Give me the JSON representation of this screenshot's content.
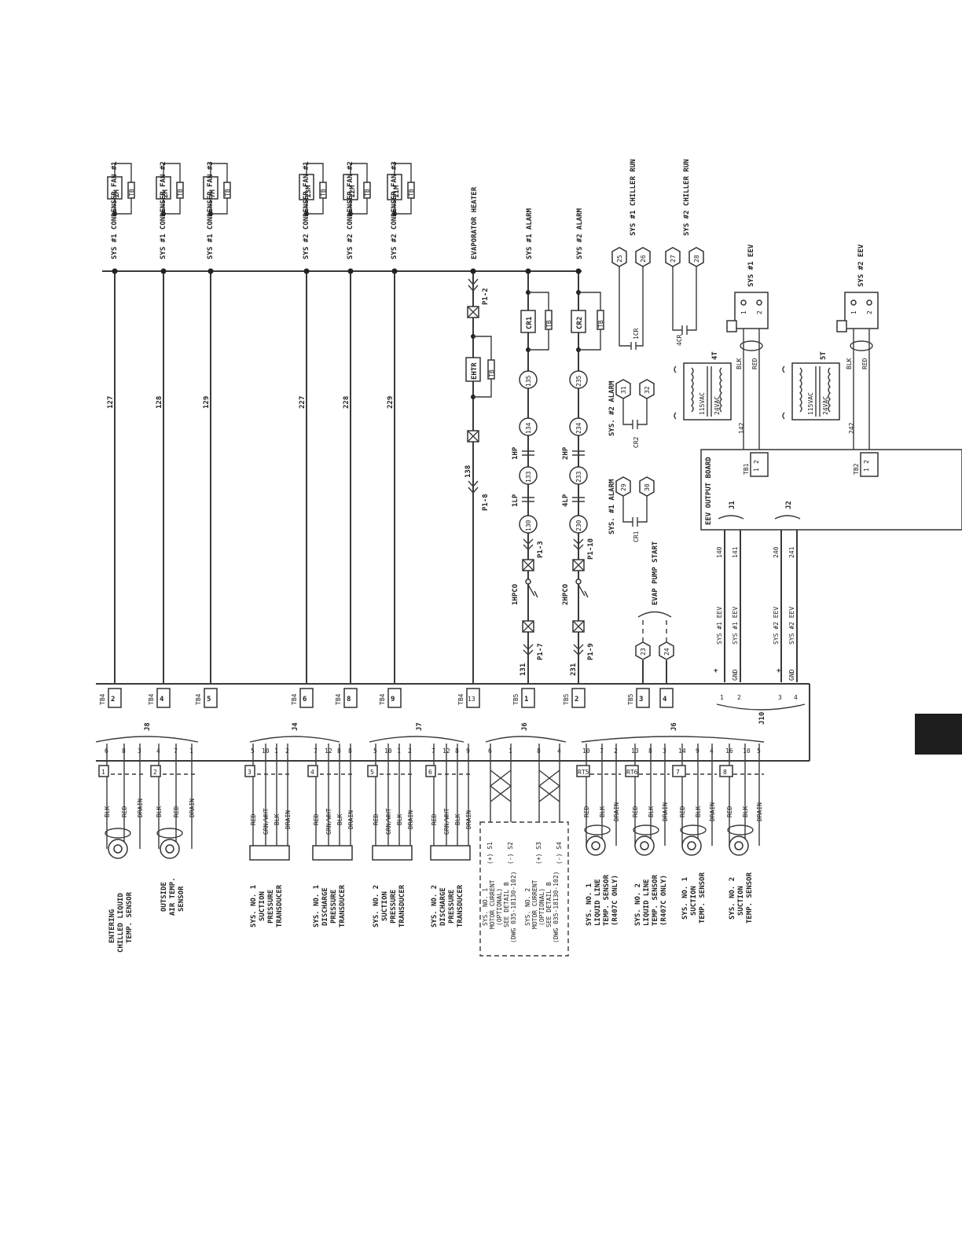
{
  "wires": {
    "bus_top": [
      {
        "label": "SYS #1 CONDENSER FAN #1",
        "coil": "1M",
        "wire": "127",
        "tb": "TB4",
        "term": "2"
      },
      {
        "label": "SYS #1 CONDENSER FAN #2",
        "coil": "2M",
        "wire": "128",
        "tb": "TB4",
        "term": "4"
      },
      {
        "label": "SYS #1 CONDENSER FAN #3",
        "coil": "7M",
        "wire": "129",
        "tb": "TB4",
        "term": "5"
      },
      {
        "label": "SYS #2 CONDENSER FAN #1",
        "coil": "13M",
        "wire": "227",
        "tb": "TB4",
        "term": "6"
      },
      {
        "label": "SYS #2 CONDENSER FAN #2",
        "coil": "12M",
        "wire": "228",
        "tb": "TB4",
        "term": "8"
      },
      {
        "label": "SYS #2 CONDENSER FAN #3",
        "coil": "11M",
        "wire": "229",
        "tb": "TB4",
        "term": "9"
      }
    ],
    "heater": {
      "label": "EVAPORATOR HEATER",
      "coil": "EHTR",
      "wire": "138",
      "tb": "TB4",
      "term": "13",
      "plug_a": "P1-2",
      "plug_b": "P1-8"
    },
    "alarms": [
      {
        "label": "SYS #1 ALARM",
        "coil": "CR1",
        "n1": "135",
        "n2": "134",
        "n3": "133",
        "n4": "130",
        "hp": "1HP",
        "lp": "1LP",
        "pc": "1HPCO",
        "plug": "P1-3",
        "plug2": "P1-7",
        "wire": "131",
        "tb": "TB5",
        "term": "1"
      },
      {
        "label": "SYS #2 ALARM",
        "coil": "CR2",
        "n1": "235",
        "n2": "234",
        "n3": "233",
        "n4": "230",
        "hp": "2HP",
        "lp": "4LP",
        "pc": "2HPCO",
        "plug": "P1-10",
        "plug2": "P1-9",
        "wire": "231",
        "tb": "TB5",
        "term": "2"
      }
    ],
    "contact_tag": "TB"
  },
  "chiller_run": [
    {
      "label": "SYS #1 CHILLER RUN",
      "a": "25",
      "b": "26",
      "contact": "1CR"
    },
    {
      "label": "SYS #2 CHILLER RUN",
      "a": "27",
      "b": "28",
      "contact": "4CR"
    }
  ],
  "alarm_contacts": [
    {
      "label": "SYS. #2 ALARM",
      "a": "31",
      "b": "32",
      "contact": "CR2"
    },
    {
      "label": "SYS. #1 ALARM",
      "a": "29",
      "b": "30",
      "contact": "CR1"
    }
  ],
  "evap_pump": {
    "label": "EVAP PUMP START",
    "a": "23",
    "b": "24",
    "tb": "TB5",
    "t1": "3",
    "t2": "4"
  },
  "eev": [
    {
      "label": "SYS #1 EEV",
      "pins": [
        "1",
        "2"
      ],
      "blk": "BLK",
      "red": "RED",
      "transformer": "4T",
      "pri": "115VAC",
      "sec": "24VAC",
      "wire": "142",
      "tb": "TB1",
      "j": "J1",
      "w1": "140",
      "w2": "141",
      "sig": "SYS #1 EEV",
      "gnd": "SYS #1 EEV"
    },
    {
      "label": "SYS #2 EEV",
      "pins": [
        "1",
        "2"
      ],
      "blk": "BLK",
      "red": "RED",
      "transformer": "5T",
      "pri": "115VAC",
      "sec": "24VAC",
      "wire": "242",
      "tb": "TB2",
      "j": "J2",
      "w1": "240",
      "w2": "241",
      "sig": "SYS #2 EEV",
      "gnd": "SYS #2 EEV"
    }
  ],
  "eev_board": "EEV OUTPUT BOARD",
  "j10": {
    "label": "J10",
    "plus": "+",
    "gnd": "GND",
    "pins": [
      "1",
      "2",
      "3",
      "4"
    ]
  },
  "connectors": [
    "J8",
    "J4",
    "J7",
    "J6",
    "J6"
  ],
  "sensors_left": [
    {
      "lines": [
        "ENTERING",
        "CHILLED LIQUID",
        "TEMP. SENSOR"
      ],
      "wires": [
        "BLK",
        "RED",
        "DRAIN"
      ],
      "pins": [
        "6",
        "8",
        "3"
      ],
      "tag": "1"
    },
    {
      "lines": [
        "OUTSIDE",
        "AIR TEMP.",
        "SENSOR"
      ],
      "wires": [
        "BLK",
        "RED",
        "DRAIN"
      ],
      "pins": [
        "4",
        "7",
        "1"
      ],
      "tag": "2"
    }
  ],
  "transducers": [
    {
      "lines": [
        "SYS. NO. 1",
        "SUCTION",
        "PRESSURE",
        "TRANSDUCER"
      ],
      "wires": [
        "RED",
        "GRN/WHT",
        "BLK",
        "DRAIN"
      ],
      "pins": [
        "5",
        "10",
        "1",
        "2"
      ],
      "tag": "3"
    },
    {
      "lines": [
        "SYS. NO. 1",
        "DISCHARGE",
        "PRESSURE",
        "TRANSDUCER"
      ],
      "wires": [
        "RED",
        "GRN/WHT",
        "BLK",
        "DRAIN"
      ],
      "pins": [
        "7",
        "12",
        "8",
        "8"
      ],
      "tag": "4"
    },
    {
      "lines": [
        "SYS. NO. 2",
        "SUCTION",
        "PRESSURE",
        "TRANSDUCER"
      ],
      "wires": [
        "RED",
        "GRN/WHT",
        "BLK",
        "DRAIN"
      ],
      "pins": [
        "5",
        "10",
        "1",
        "2"
      ],
      "tag": "5"
    },
    {
      "lines": [
        "SYS. NO. 2",
        "DISCHARGE",
        "PRESSURE",
        "TRANSDUCER"
      ],
      "wires": [
        "RED",
        "GRN/WHT",
        "BLK",
        "DRAIN"
      ],
      "pins": [
        "7",
        "12",
        "8",
        "9"
      ],
      "tag": "6"
    }
  ],
  "motor_current": [
    {
      "lines": [
        "SYS. NO. 1",
        "MOTOR CURRENT",
        "(OPTIONAL)",
        "SEE DETAIL B",
        "(DWG 035-18130-102)"
      ],
      "s1": "(+) S1",
      "s2": "(-) S2",
      "pins": [
        "6",
        "1"
      ]
    },
    {
      "lines": [
        "SYS. NO. 2",
        "MOTOR CURRENT",
        "(OPTIONAL)",
        "SEE DETAIL B",
        "(DWG 035-18130-102)"
      ],
      "s1": "(+) S3",
      "s2": "(-) S4",
      "pins": [
        "8",
        "4"
      ]
    }
  ],
  "temp_sensors_right": [
    {
      "lines": [
        "SYS. NO. 1",
        "LIQUID LINE",
        "TEMP. SENSOR",
        "(R407C ONLY)"
      ],
      "wires": [
        "RED",
        "BLK",
        "DRAIN"
      ],
      "pins": [
        "10",
        "7",
        "2"
      ],
      "tag": "RT5"
    },
    {
      "lines": [
        "SYS. NO. 2",
        "LIQUID LINE",
        "TEMP. SENSOR",
        "(R407C ONLY)"
      ],
      "wires": [
        "RED",
        "BLK",
        "DRAIN"
      ],
      "pins": [
        "13",
        "8",
        "3"
      ],
      "tag": "RT6"
    },
    {
      "lines": [
        "SYS. NO. 1",
        "SUCTION",
        "TEMP. SENSOR"
      ],
      "wires": [
        "RED",
        "BLK",
        "DRAIN"
      ],
      "pins": [
        "14",
        "9",
        "4"
      ],
      "tag": "7"
    },
    {
      "lines": [
        "SYS. NO. 2",
        "SUCTION",
        "TEMP. SENSOR"
      ],
      "wires": [
        "RED",
        "BLK",
        "DRAIN"
      ],
      "pins": [
        "16",
        "10",
        "5"
      ],
      "tag": "8"
    }
  ]
}
